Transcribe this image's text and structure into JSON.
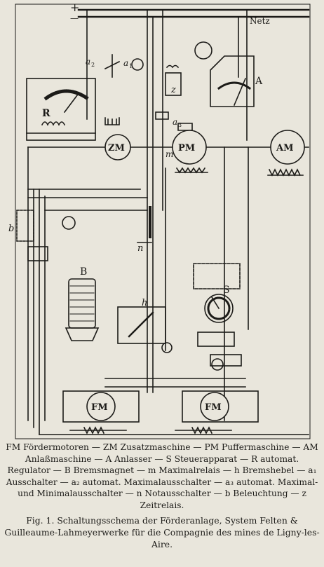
{
  "diagram": {
    "labels": {
      "plus": "+",
      "minus": "—",
      "netz": "Netz",
      "a2": "a",
      "a2_sub": "2",
      "a1": "a",
      "a1_sub": "1",
      "z": "z",
      "A": "A",
      "R": "R",
      "a3": "a",
      "a3_sub": "3",
      "ZM": "ZM",
      "PM": "PM",
      "AM": "AM",
      "m": "m",
      "b": "b",
      "n": "n",
      "B": "B",
      "S": "S",
      "h": "h",
      "FM1": "FM",
      "FM2": "FM"
    }
  },
  "caption": {
    "legend": "FM Fördermotoren — ZM Zusatzmaschine — PM Puffermaschine — AM Anlaßmaschine — A Anlasser — S Steuerapparat — R automat. Regulator — B Bremsmagnet — m Maximalrelais — h Bremshebel — a₁ Ausschalter — a₂ automat. Maximalausschalter — a₃ automat. Maximal- und Minimalausschalter — n Notausschalter — b Beleuchtung — z Zeitrelais.",
    "figure": "Fig. 1. Schaltungsschema der Förderanlage, System Felten & Guilleaume-Lahmeyerwerke für die Compagnie des mines de Ligny-les-Aire."
  }
}
